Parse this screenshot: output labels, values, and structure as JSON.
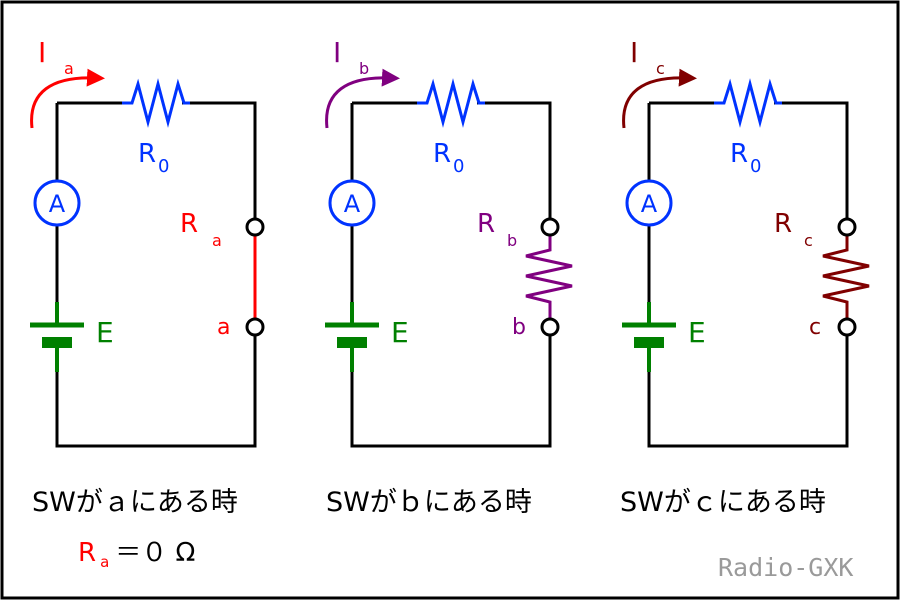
{
  "colors": {
    "wire": "#000000",
    "resistor_r0": "#0033ff",
    "ammeter": "#0033ff",
    "battery": "#008000",
    "case_a": "#ff0000",
    "case_b": "#800080",
    "case_c": "#800000",
    "credit": "#9a9a9a"
  },
  "circuits": [
    {
      "current_main": "I",
      "current_sub": "a",
      "r0_main": "R",
      "r0_sub": "0",
      "ammeter_symbol": "A",
      "battery_label": "E",
      "rx_main": "R",
      "rx_sub": "a",
      "terminal_label": "a",
      "rx_kind": "short-wire",
      "caption": "SWがａにある時"
    },
    {
      "current_main": "I",
      "current_sub": "b",
      "r0_main": "R",
      "r0_sub": "0",
      "ammeter_symbol": "A",
      "battery_label": "E",
      "rx_main": "R",
      "rx_sub": "b",
      "terminal_label": "b",
      "rx_kind": "resistor",
      "caption": "SWがｂにある時"
    },
    {
      "current_main": "I",
      "current_sub": "c",
      "r0_main": "R",
      "r0_sub": "0",
      "ammeter_symbol": "A",
      "battery_label": "E",
      "rx_main": "R",
      "rx_sub": "c",
      "terminal_label": "c",
      "rx_kind": "resistor",
      "caption": "SWがｃにある時"
    }
  ],
  "note": {
    "main": "R",
    "sub": "a",
    "rest": "＝０ Ω"
  },
  "credit": "Radio-GXK"
}
